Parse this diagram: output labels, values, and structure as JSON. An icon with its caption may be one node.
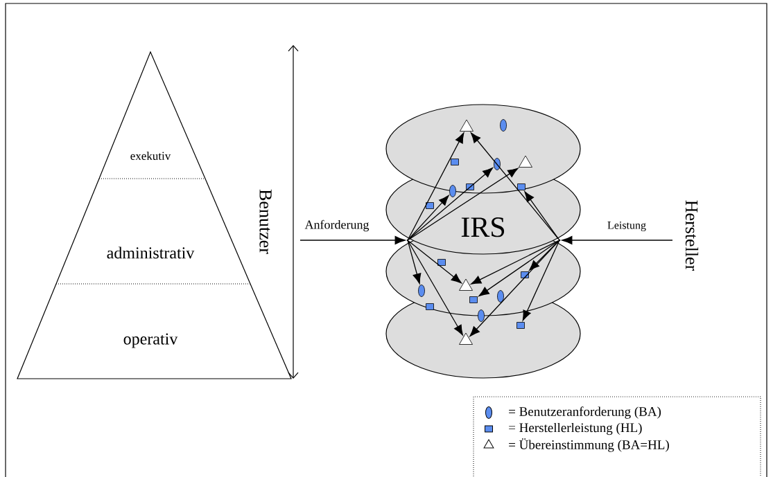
{
  "diagram": {
    "nodes": [
      {
        "text": [
          "exekutiv"
        ]
      },
      {
        "text": [
          "administrativ"
        ]
      },
      {
        "text": [
          "operativ"
        ]
      },
      {
        "text": [
          "IRS"
        ]
      },
      {
        "text": [],
        "shape": "dot",
        "in": 3
      },
      {
        "text": [],
        "shape": "dot",
        "in": 3
      },
      {
        "text": [],
        "shape": "triangle",
        "in": 3
      },
      {
        "text": [],
        "shape": "ellipse",
        "in": 3
      },
      {
        "text": [],
        "shape": "box",
        "in": 3
      },
      {
        "text": [],
        "shape": "ellipse",
        "in": 3
      },
      {
        "text": [],
        "shape": "triangle",
        "in": 3
      },
      {
        "text": [],
        "shape": "box",
        "in": 3
      },
      {
        "text": [],
        "shape": "box",
        "in": 3
      },
      {
        "text": [],
        "shape": "ellipse",
        "in": 3
      },
      {
        "text": [],
        "shape": "box",
        "in": 3
      },
      {
        "text": [],
        "shape": "box",
        "in": 3
      },
      {
        "text": [],
        "shape": "box",
        "in": 3
      },
      {
        "text": [],
        "shape": "triangle",
        "in": 3
      },
      {
        "text": [],
        "shape": "ellipse",
        "in": 3
      },
      {
        "text": [],
        "shape": "ellipse",
        "in": 3
      },
      {
        "text": [],
        "shape": "box",
        "in": 3
      },
      {
        "text": [],
        "shape": "box",
        "in": 3
      },
      {
        "text": [],
        "shape": "ellipse",
        "in": 3
      },
      {
        "text": [],
        "shape": "box",
        "in": 3
      },
      {
        "text": [],
        "shape": "triangle",
        "in": 3
      }
    ],
    "edges": [
      {
        "from": null,
        "to": 4,
        "arrow": "to",
        "label": "Anforderung"
      },
      {
        "from": null,
        "to": 5,
        "arrow": "to",
        "label": "Leistung"
      },
      {
        "from": 4,
        "to": 6,
        "arrow": "to"
      },
      {
        "from": 4,
        "to": 9,
        "arrow": "to"
      },
      {
        "from": 4,
        "to": 10,
        "arrow": "to"
      },
      {
        "from": 4,
        "to": 13,
        "arrow": "to"
      },
      {
        "from": 4,
        "to": 17,
        "arrow": "to"
      },
      {
        "from": 4,
        "to": 18,
        "arrow": "to"
      },
      {
        "from": 4,
        "to": 24,
        "arrow": "to"
      },
      {
        "from": 5,
        "to": 6,
        "arrow": "to"
      },
      {
        "from": 5,
        "to": 12,
        "arrow": "to"
      },
      {
        "from": 5,
        "to": 17,
        "arrow": "to"
      },
      {
        "from": 5,
        "to": 16,
        "arrow": "to"
      },
      {
        "from": 5,
        "to": 20,
        "arrow": "to"
      },
      {
        "from": 5,
        "to": 24,
        "arrow": "to"
      },
      {
        "from": 5,
        "to": 23,
        "arrow": "to"
      }
    ],
    "labels": [
      "Benutzer",
      "Hersteller"
    ],
    "legend": [
      {
        "text": "= Benutzeranforderung (BA)"
      },
      {
        "text": "= Herstellerleistung (HL)"
      },
      {
        "text": "= Übereinstimmung (BA=HL)"
      }
    ]
  }
}
